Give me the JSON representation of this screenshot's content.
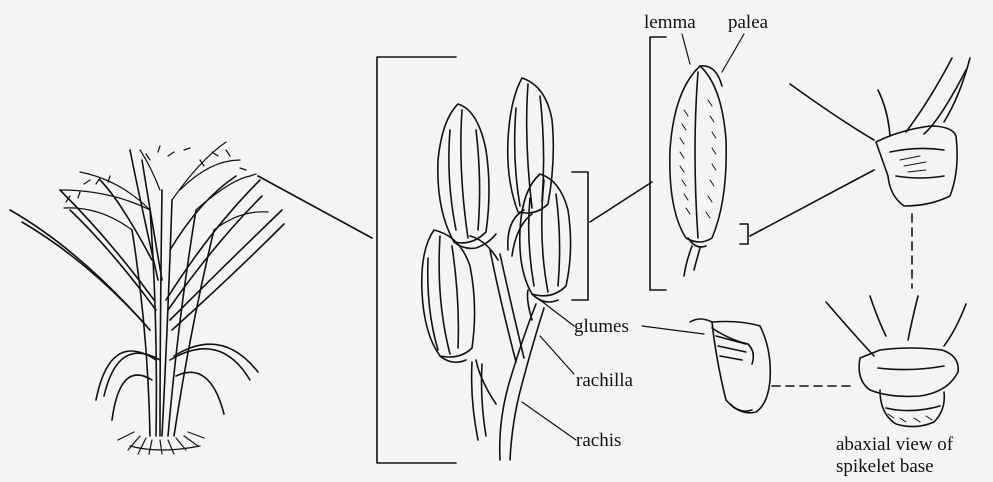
{
  "labels": {
    "lemma": "lemma",
    "palea": "palea",
    "glumes": "glumes",
    "rachilla": "rachilla",
    "rachis": "rachis",
    "abaxial_line1": "abaxial view of",
    "abaxial_line2": "spikelet base"
  },
  "colors": {
    "ink": "#111111",
    "paper": "#f4f4f2"
  }
}
